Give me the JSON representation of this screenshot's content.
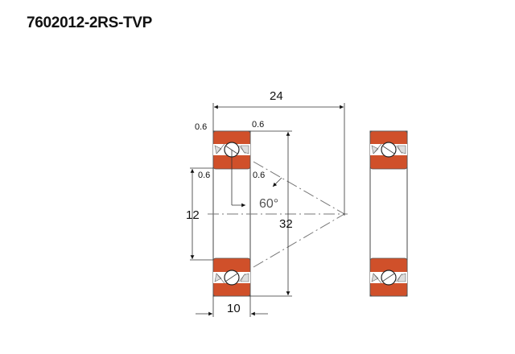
{
  "title": "7602012-2RS-TVP",
  "colors": {
    "ring": "#d0502a",
    "line": "#333333",
    "dashdot": "#777777"
  },
  "dimensions": {
    "width_overall": "24",
    "chamfer_top_left": "0.6",
    "chamfer_top_right": "0.6",
    "chamfer_inner_left": "0.6",
    "chamfer_inner_right": "0.6",
    "bore": "12",
    "outer_diameter": "32",
    "width": "10",
    "contact_angle": "60°"
  }
}
